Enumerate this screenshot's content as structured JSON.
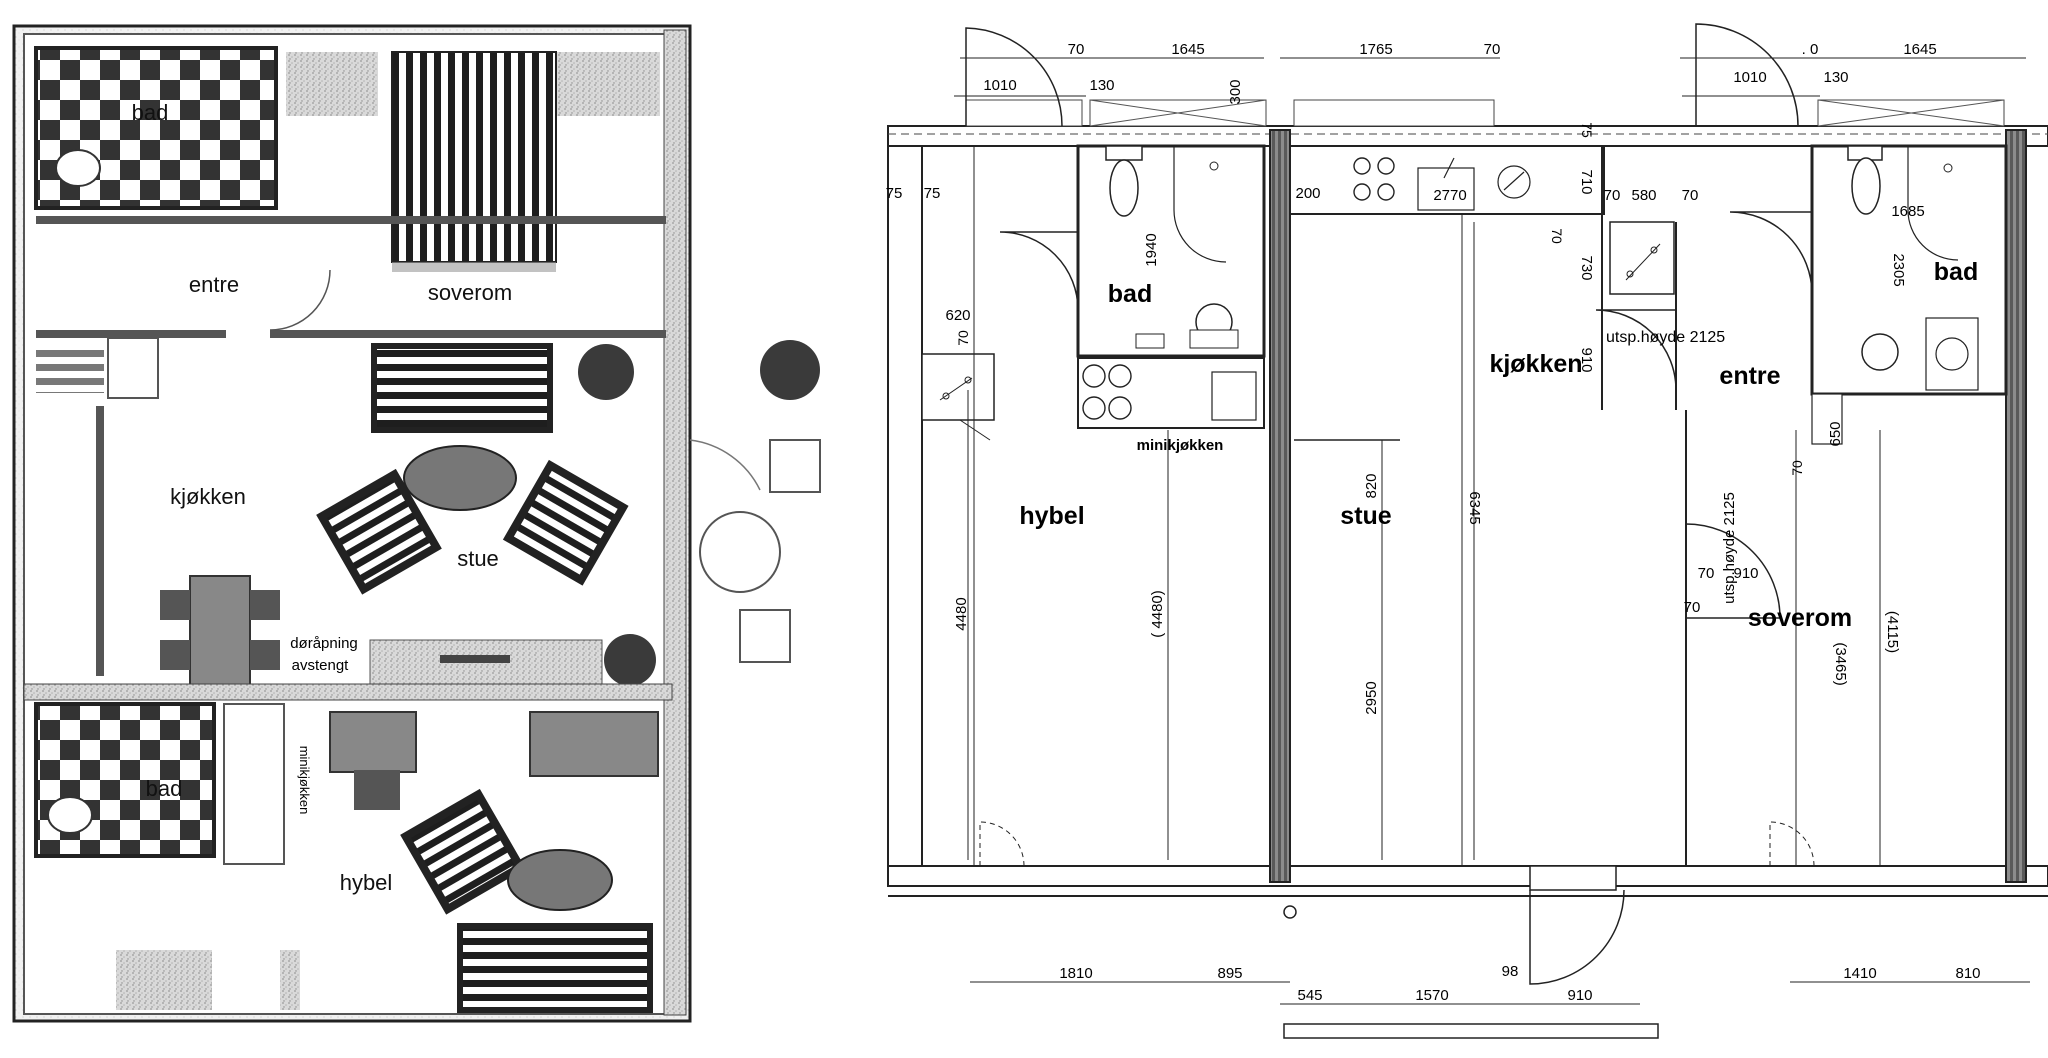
{
  "left_plan": {
    "rooms": {
      "bad_top": "bad",
      "soverom": "soverom",
      "entre": "entre",
      "kjokken": "kjøkken",
      "stue": "stue",
      "bad_bottom": "bad",
      "minikjokken": "minikjøkken",
      "hybel": "hybel"
    },
    "notes": {
      "doorway_line1": "døråpning",
      "doorway_line2": "avstengt"
    }
  },
  "right_plan": {
    "rooms": {
      "bad_left": "bad",
      "minikjokken": "minikjøkken",
      "hybel": "hybel",
      "stue": "stue",
      "kjokken": "kjøkken",
      "entre": "entre",
      "soverom": "soverom",
      "bad_right": "bad"
    },
    "notes": {
      "utsp_top": "utsp.høyde 2125",
      "utsp_side": "utsp.høyde 2125"
    },
    "dimensions": {
      "top_70a": "70",
      "top_1645a": "1645",
      "top_1765": "1765",
      "top_70b": "70",
      "top_0": ". 0",
      "top_1645b": "1645",
      "d_1010a": "1010",
      "d_130a": "130",
      "d_300": "300",
      "d_1010b": "1010",
      "d_130b": "130",
      "d_75a": "75",
      "d_75b": "75",
      "d_75c": "75",
      "d_710": "710",
      "d_200": "200",
      "d_2770": "2770",
      "d_70c": "70",
      "d_580": "580",
      "d_70d": "70",
      "d_1940": "1940",
      "d_70e": "70",
      "d_730": "730",
      "d_1685": "1685",
      "d_2305": "2305",
      "d_620": "620",
      "d_70f": "70",
      "d_910a": "910",
      "d_650": "650",
      "d_70g": "70",
      "d_820": "820",
      "d_6345": "6345",
      "d_4480a": "4480",
      "d_4480b": "( 4480)",
      "d_70h": "70",
      "d_910b": "910",
      "d_70i": "70",
      "d_4115": "(4115)",
      "d_3465": "(3465)",
      "d_2950": "2950",
      "b_1810": "1810",
      "b_895": "895",
      "b_98": "98",
      "b_545": "545",
      "b_1570": "1570",
      "b_910": "910",
      "b_1410": "1410",
      "b_810": "810"
    }
  }
}
